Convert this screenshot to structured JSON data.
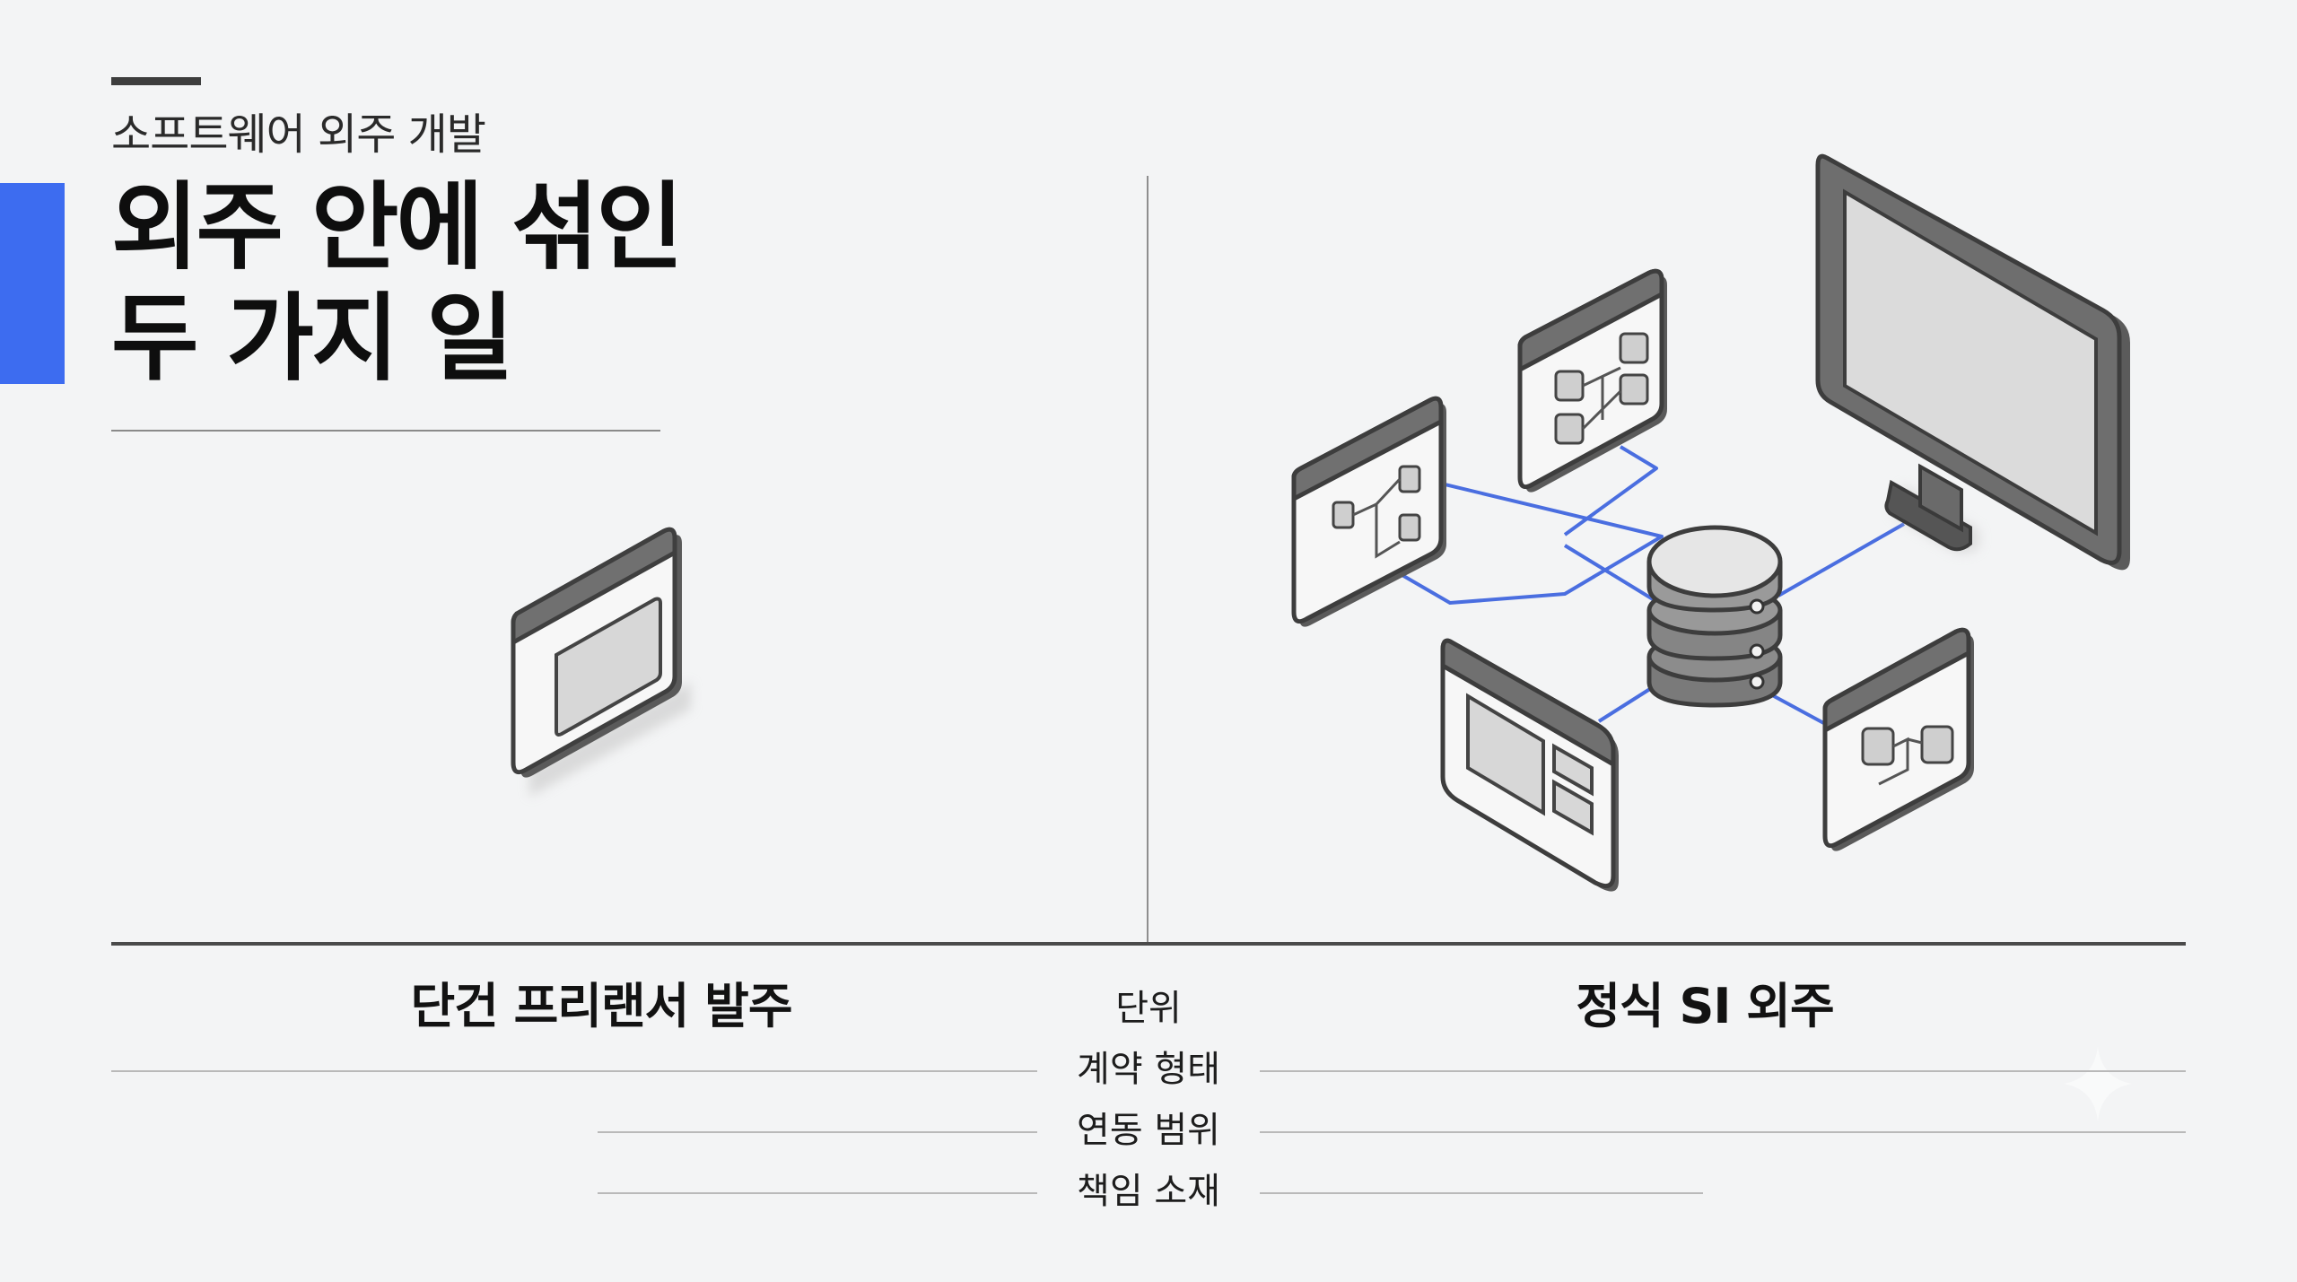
{
  "header": {
    "kicker": "소프트웨어 외주 개발",
    "title_line1": "외주 안에 섞인",
    "title_line2": "두 가지 일"
  },
  "comparison": {
    "left_heading": "단건 프리랜서 발주",
    "right_heading": "정식 SI 외주",
    "rows": [
      {
        "label": "단위"
      },
      {
        "label": "계약 형태"
      },
      {
        "label": "연동 범위"
      },
      {
        "label": "책임 소재"
      }
    ]
  },
  "colors": {
    "accent": "#3d6cf0",
    "connector": "#4a6ee0",
    "device_frame": "#4f4f4f",
    "screen": "#d9d9d9"
  },
  "icons": {
    "left_panel": "single-window-icon",
    "right_panel": "connected-system-icon"
  }
}
